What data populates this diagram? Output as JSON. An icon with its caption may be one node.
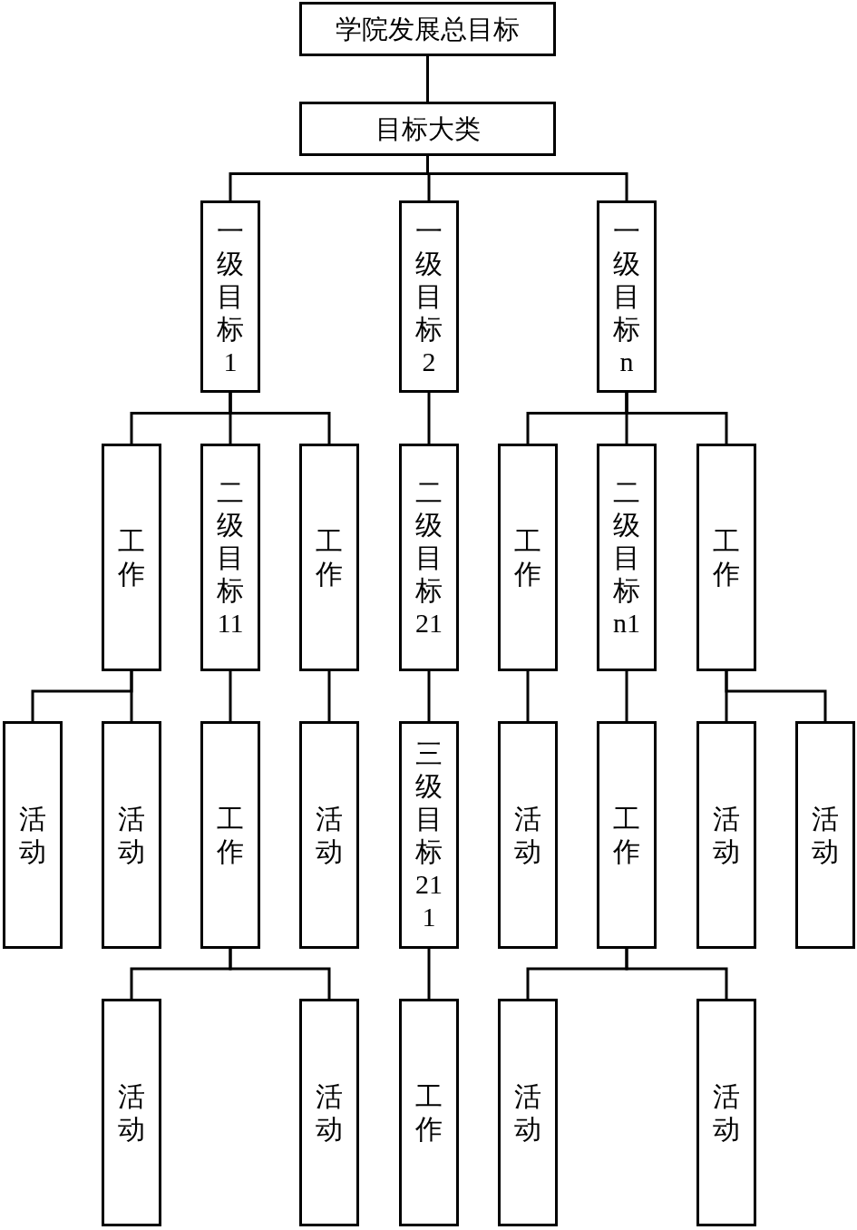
{
  "diagram": {
    "nodes": [
      {
        "text": [
          "学院发展总目标"
        ]
      },
      {
        "text": [
          "目标大类"
        ]
      },
      {
        "text": [
          "一级目标1"
        ]
      },
      {
        "text": [
          "一级目标2"
        ]
      },
      {
        "text": [
          "一级目标n"
        ]
      },
      {
        "text": [
          "工作"
        ]
      },
      {
        "text": [
          "二级目标11"
        ]
      },
      {
        "text": [
          "工作"
        ]
      },
      {
        "text": [
          "二级目标21"
        ]
      },
      {
        "text": [
          "工作"
        ]
      },
      {
        "text": [
          "二级目标n1"
        ]
      },
      {
        "text": [
          "工作"
        ]
      },
      {
        "text": [
          "活动"
        ]
      },
      {
        "text": [
          "活动"
        ]
      },
      {
        "text": [
          "工作"
        ]
      },
      {
        "text": [
          "活动"
        ]
      },
      {
        "text": [
          "三级目标211"
        ]
      },
      {
        "text": [
          "活动"
        ]
      },
      {
        "text": [
          "工作"
        ]
      },
      {
        "text": [
          "活动"
        ]
      },
      {
        "text": [
          "活动"
        ]
      },
      {
        "text": [
          "活动"
        ]
      },
      {
        "text": [
          "活动"
        ]
      },
      {
        "text": [
          "工作"
        ]
      },
      {
        "text": [
          "活动"
        ]
      },
      {
        "text": [
          "活动"
        ]
      }
    ],
    "edges": [
      {
        "from": 0,
        "to": 1,
        "arrow": "none"
      },
      {
        "from": 1,
        "to": 2,
        "arrow": "none"
      },
      {
        "from": 1,
        "to": 3,
        "arrow": "none"
      },
      {
        "from": 1,
        "to": 4,
        "arrow": "none"
      },
      {
        "from": 2,
        "to": 5,
        "arrow": "none"
      },
      {
        "from": 2,
        "to": 6,
        "arrow": "none"
      },
      {
        "from": 2,
        "to": 7,
        "arrow": "none"
      },
      {
        "from": 3,
        "to": 8,
        "arrow": "none"
      },
      {
        "from": 4,
        "to": 9,
        "arrow": "none"
      },
      {
        "from": 4,
        "to": 10,
        "arrow": "none"
      },
      {
        "from": 4,
        "to": 11,
        "arrow": "none"
      },
      {
        "from": 5,
        "to": 12,
        "arrow": "none"
      },
      {
        "from": 5,
        "to": 13,
        "arrow": "none"
      },
      {
        "from": 6,
        "to": 14,
        "arrow": "none"
      },
      {
        "from": 7,
        "to": 15,
        "arrow": "none"
      },
      {
        "from": 8,
        "to": 16,
        "arrow": "none"
      },
      {
        "from": 9,
        "to": 17,
        "arrow": "none"
      },
      {
        "from": 10,
        "to": 18,
        "arrow": "none"
      },
      {
        "from": 11,
        "to": 19,
        "arrow": "none"
      },
      {
        "from": 11,
        "to": 20,
        "arrow": "none"
      },
      {
        "from": 14,
        "to": 21,
        "arrow": "none"
      },
      {
        "from": 14,
        "to": 22,
        "arrow": "none"
      },
      {
        "from": 16,
        "to": 23,
        "arrow": "none"
      },
      {
        "from": 18,
        "to": 24,
        "arrow": "none"
      },
      {
        "from": 18,
        "to": 25,
        "arrow": "none"
      }
    ]
  }
}
